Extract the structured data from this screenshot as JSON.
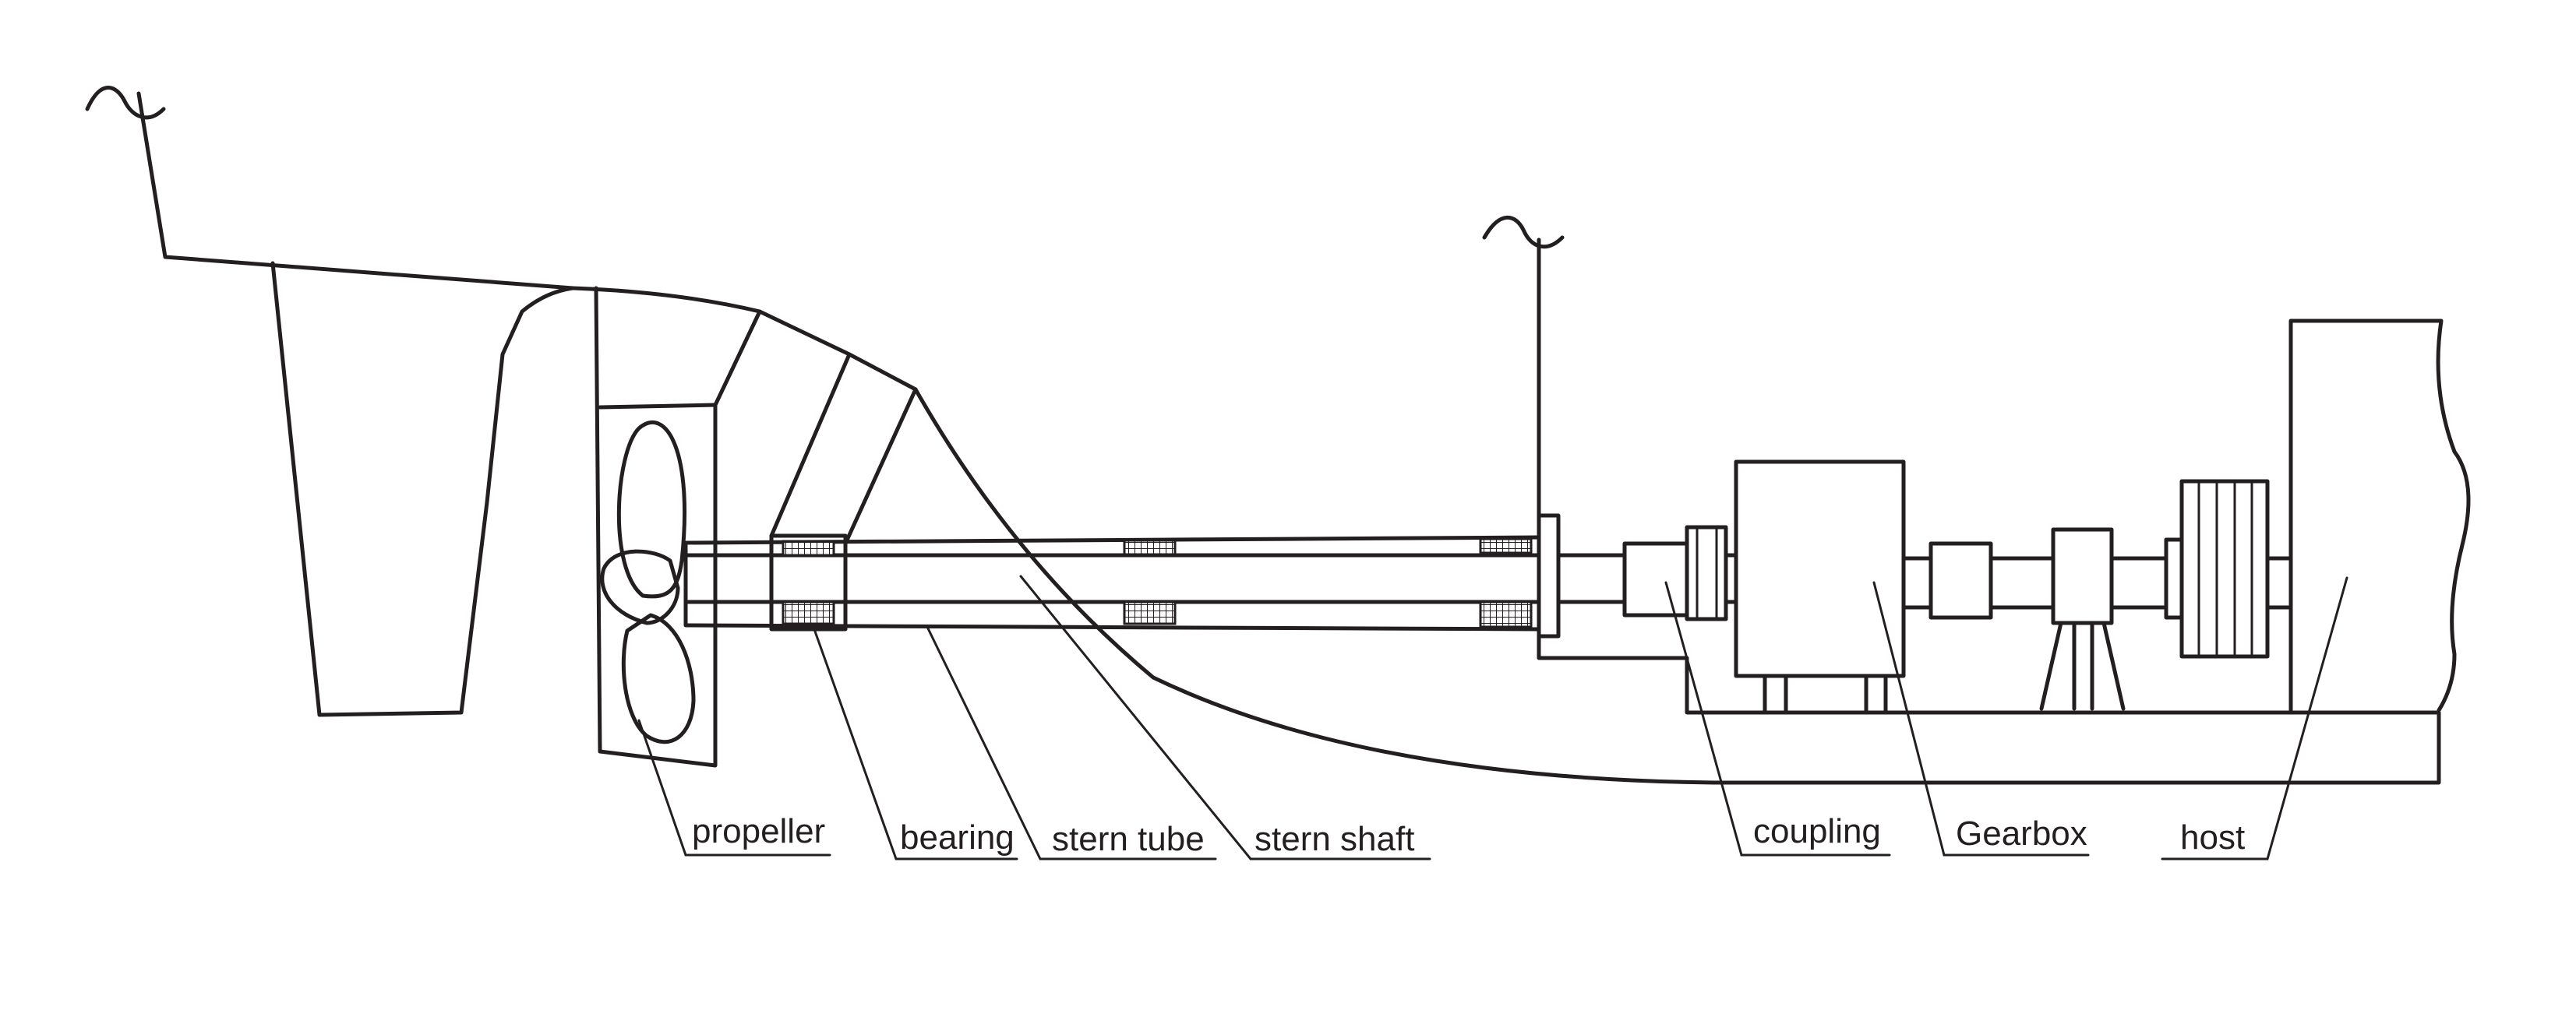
{
  "labels": {
    "propeller": "propeller",
    "bearing": "bearing",
    "stern_tube": "stern tube",
    "stern_shaft": "stern shaft",
    "coupling": "coupling",
    "gearbox": "Gearbox",
    "host": "host"
  },
  "colors": {
    "line": "#231f20",
    "background": "#ffffff"
  }
}
